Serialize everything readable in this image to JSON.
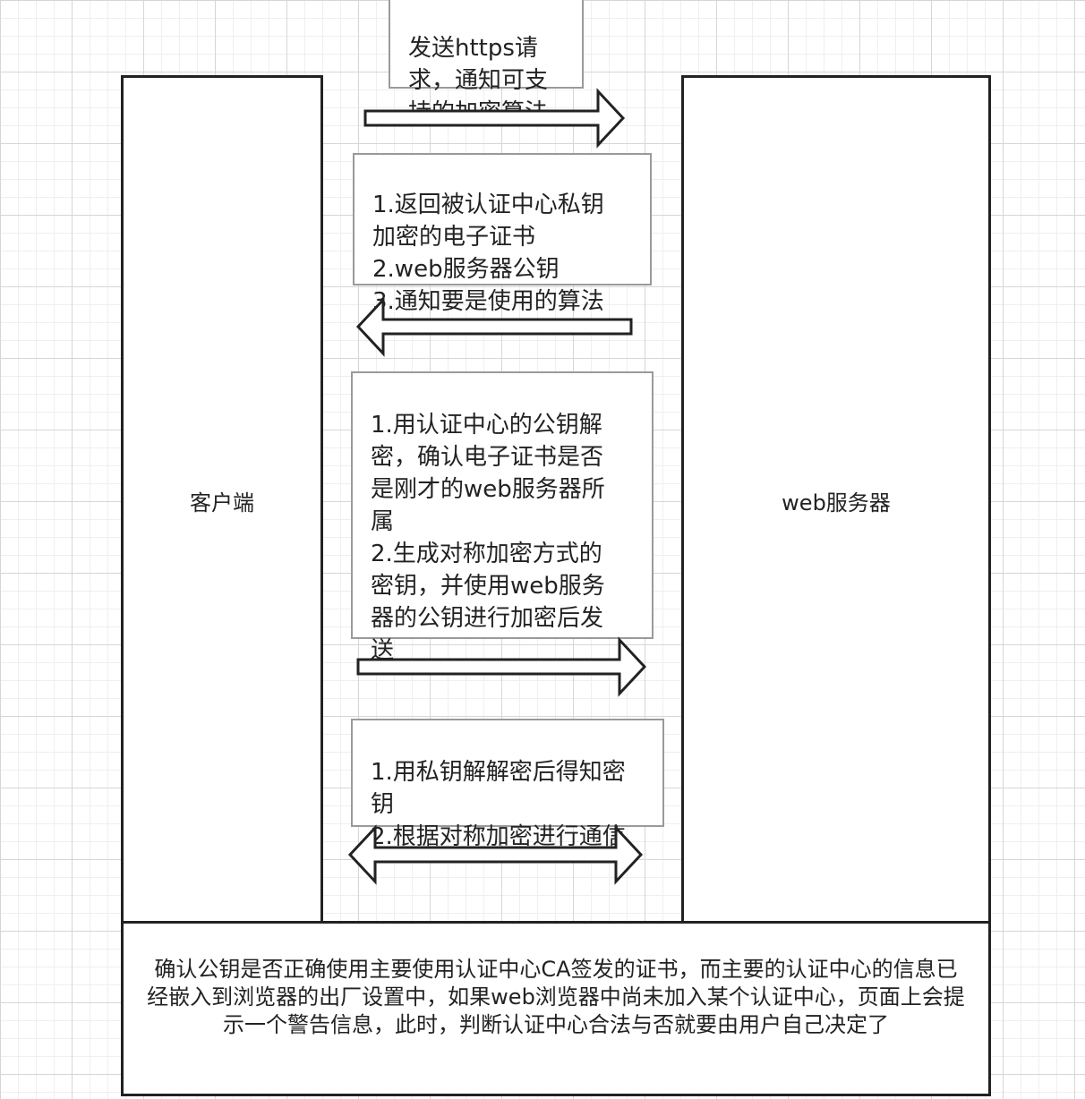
{
  "participants": {
    "client_label": "客户端",
    "server_label": "web服务器"
  },
  "messages": [
    {
      "id": "m1",
      "direction": "right",
      "text": "发送https请\n求，通知可支\n持的加密算法"
    },
    {
      "id": "m2",
      "direction": "left",
      "text": "1.返回被认证中心私钥\n加密的电子证书\n2.web服务器公钥\n3.通知要是使用的算法"
    },
    {
      "id": "m3",
      "direction": "right",
      "text": "1.用认证中心的公钥解\n密，确认电子证书是否\n是刚才的web服务器所\n属\n2.生成对称加密方式的\n密钥，并使用web服务\n器的公钥进行加密后发\n送"
    },
    {
      "id": "m4",
      "direction": "both",
      "text": "1.用私钥解解密后得知密\n钥\n2.根据对称加密进行通信"
    }
  ],
  "footer_note": "确认公钥是否正确使用主要使用认证中心CA签发的证书，而主要的认证中心的信息已经嵌入到浏览器的出厂设置中，如果web浏览器中尚未加入某个认证中心，页面上会提示一个警告信息，此时，判断认证中心合法与否就要由用户自己决定了"
}
